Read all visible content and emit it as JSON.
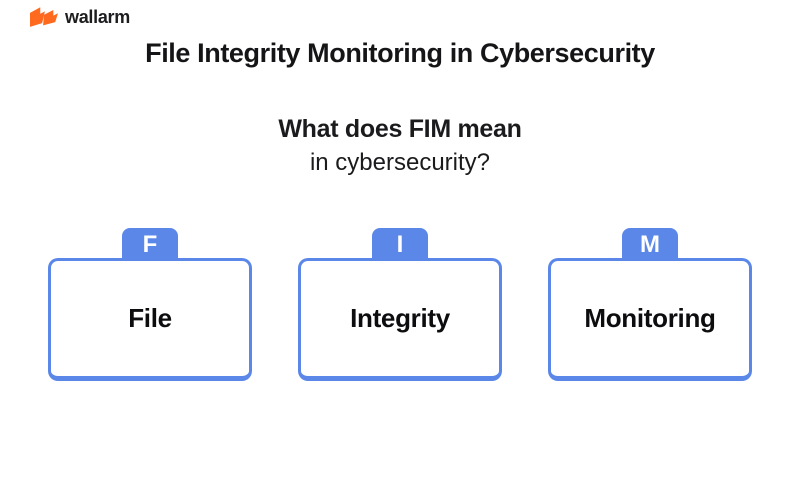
{
  "brand": {
    "name": "wallarm"
  },
  "title": "File Integrity Monitoring in Cybersecurity",
  "question": {
    "line1": "What does FIM mean",
    "line2": "in cybersecurity?"
  },
  "cards": [
    {
      "letter": "F",
      "label": "File"
    },
    {
      "letter": "I",
      "label": "Integrity"
    },
    {
      "letter": "M",
      "label": "Monitoring"
    }
  ],
  "colors": {
    "accent_blue": "#5b88e8",
    "logo_orange": "#ff6a1f",
    "text_dark": "#151517",
    "card_background": "#ffffff"
  }
}
